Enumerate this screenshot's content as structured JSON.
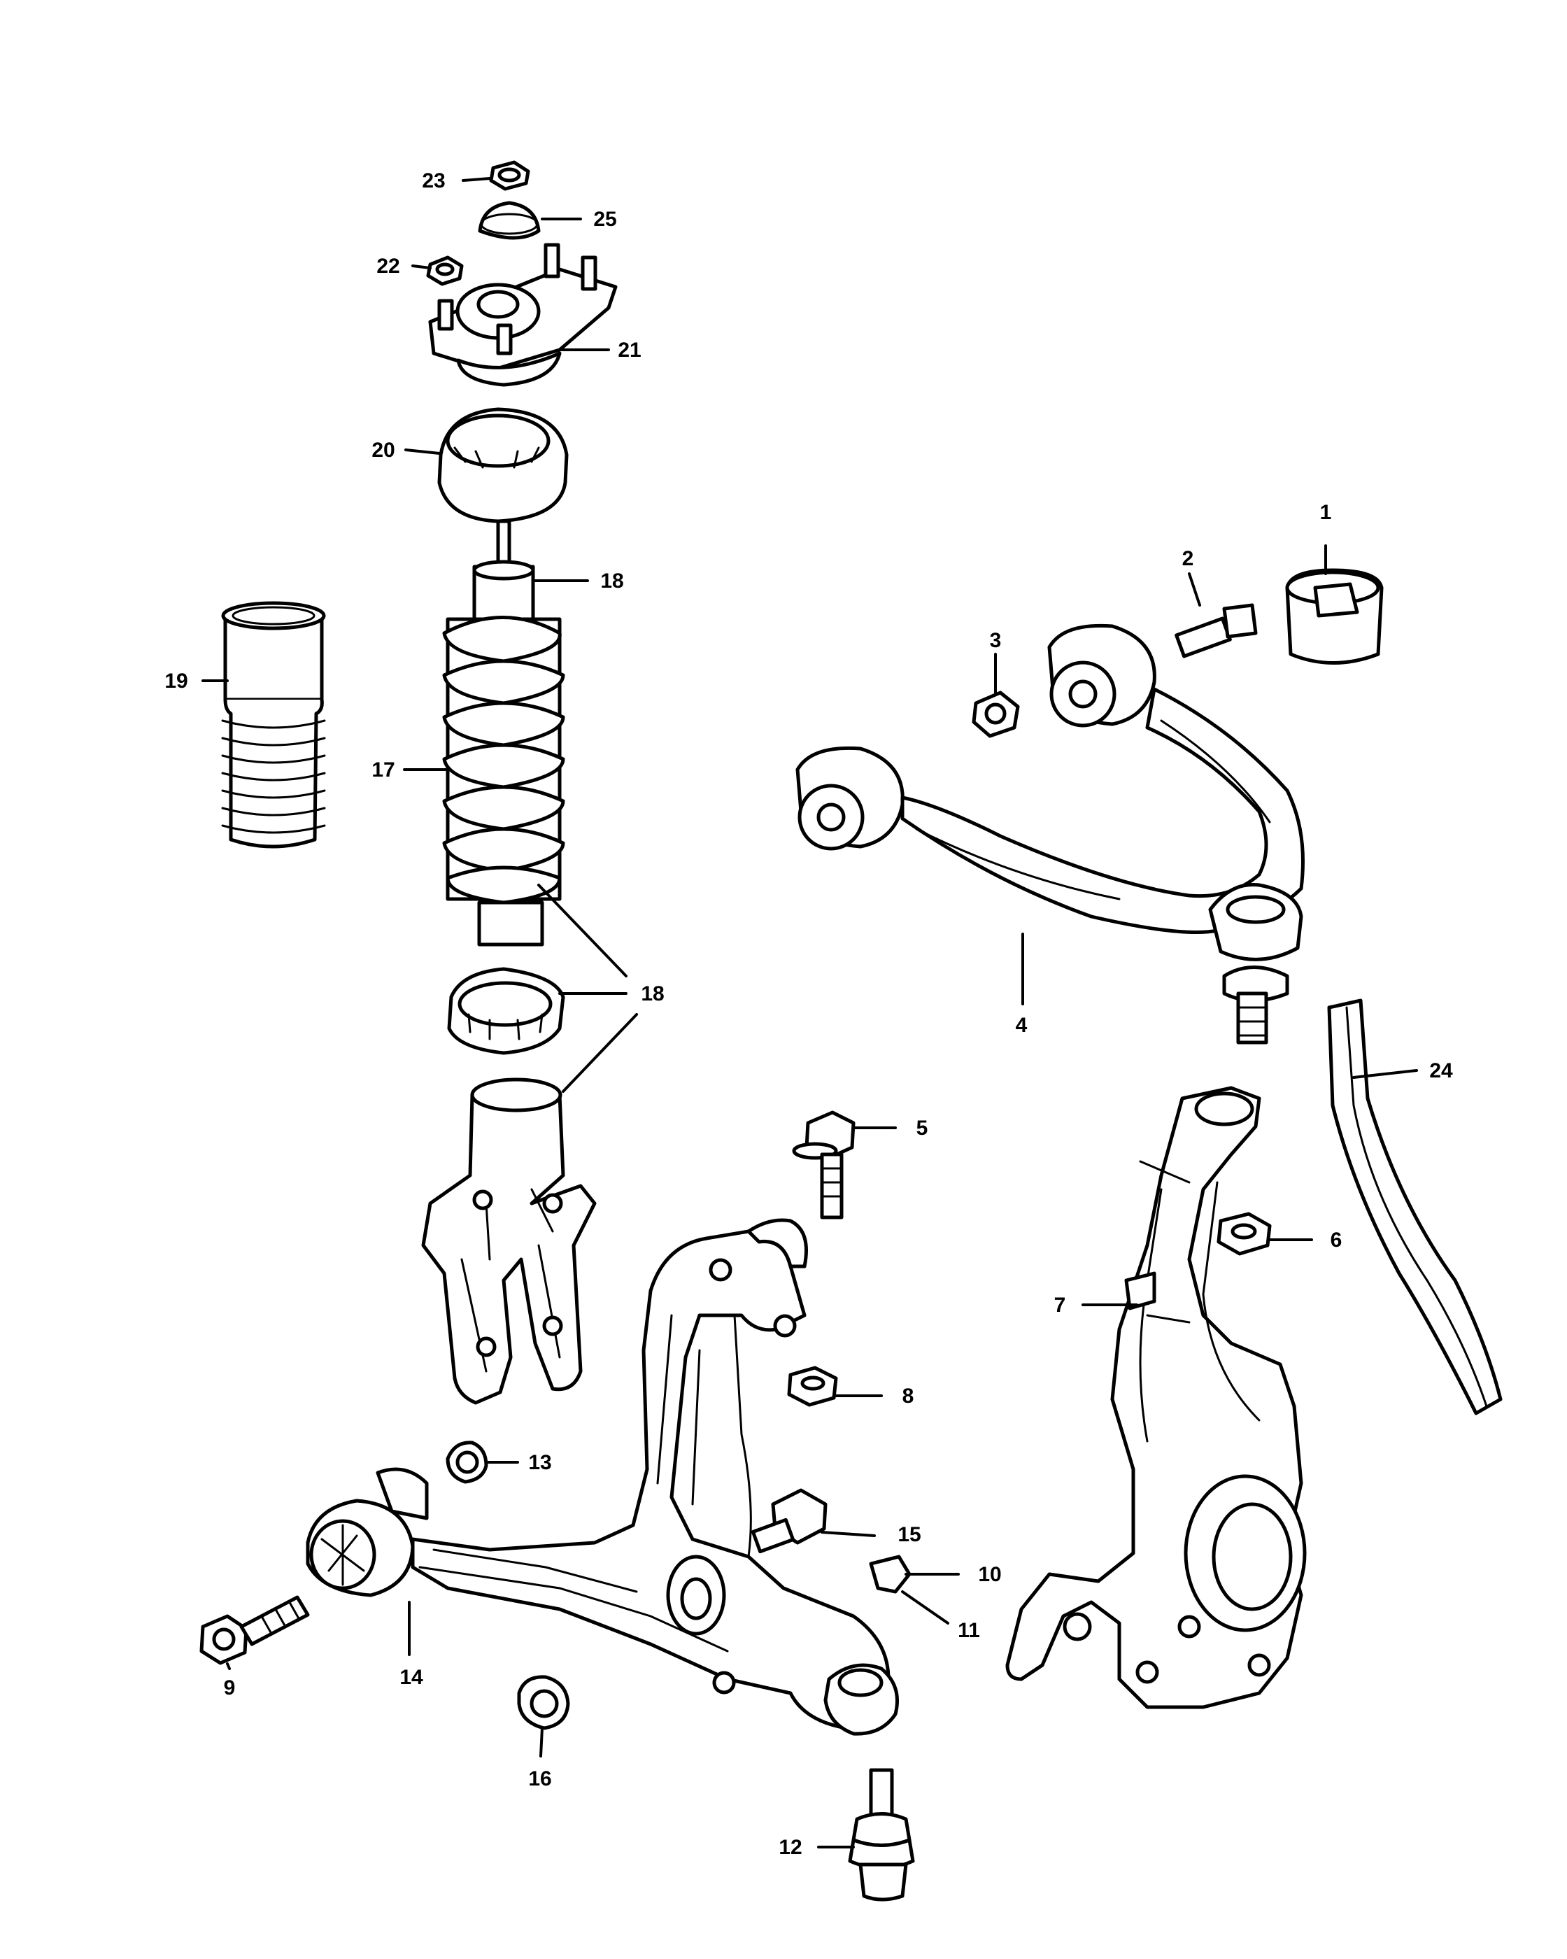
{
  "callouts": {
    "c1": "1",
    "c2": "2",
    "c3": "3",
    "c4": "4",
    "c5": "5",
    "c6": "6",
    "c7": "7",
    "c8": "8",
    "c9": "9",
    "c10": "10",
    "c11": "11",
    "c12": "12",
    "c13": "13",
    "c14": "14",
    "c15": "15",
    "c16": "16",
    "c17": "17",
    "c18a": "18",
    "c18b": "18",
    "c19": "19",
    "c20": "20",
    "c21": "21",
    "c22": "22",
    "c23": "23",
    "c24": "24",
    "c25": "25"
  },
  "colors": {
    "line": "#000000",
    "background": "#ffffff"
  }
}
